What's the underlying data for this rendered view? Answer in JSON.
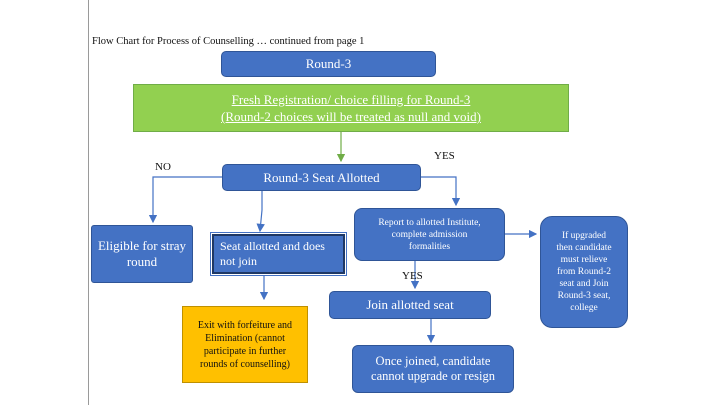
{
  "caption": "Flow Chart for Process of Counselling … continued from page 1",
  "nodes": {
    "round3": "Round-3",
    "fresh": [
      "Fresh Registration/ choice filling for Round-3",
      "(Round-2 choices will be treated as null and void)"
    ],
    "seat_allotted": "Round-3 Seat Allotted",
    "stray": [
      "Eligible for stray",
      "round"
    ],
    "seat_not_join": [
      "Seat allotted and does",
      "not join"
    ],
    "report": [
      "Report to allotted Institute,",
      "complete admission",
      "formalities"
    ],
    "upgraded": [
      "If upgraded",
      "then candidate",
      "must relieve",
      "from Round-2",
      "seat and Join",
      "Round-3 seat,",
      "college"
    ],
    "join": "Join allotted seat",
    "exit": [
      "Exit with forfeiture and",
      "Elimination (cannot",
      "participate in further",
      "rounds of counselling)"
    ],
    "once_joined": [
      "Once joined, candidate",
      "cannot upgrade or resign"
    ]
  },
  "edge_labels": {
    "no": "NO",
    "yes_allotted": "YES",
    "yes_join": "YES"
  },
  "colors": {
    "blue": "#4472c4",
    "green": "#92d050",
    "orange": "#ffc000",
    "arrow_blue": "#4472c4",
    "arrow_green": "#70ad47"
  }
}
